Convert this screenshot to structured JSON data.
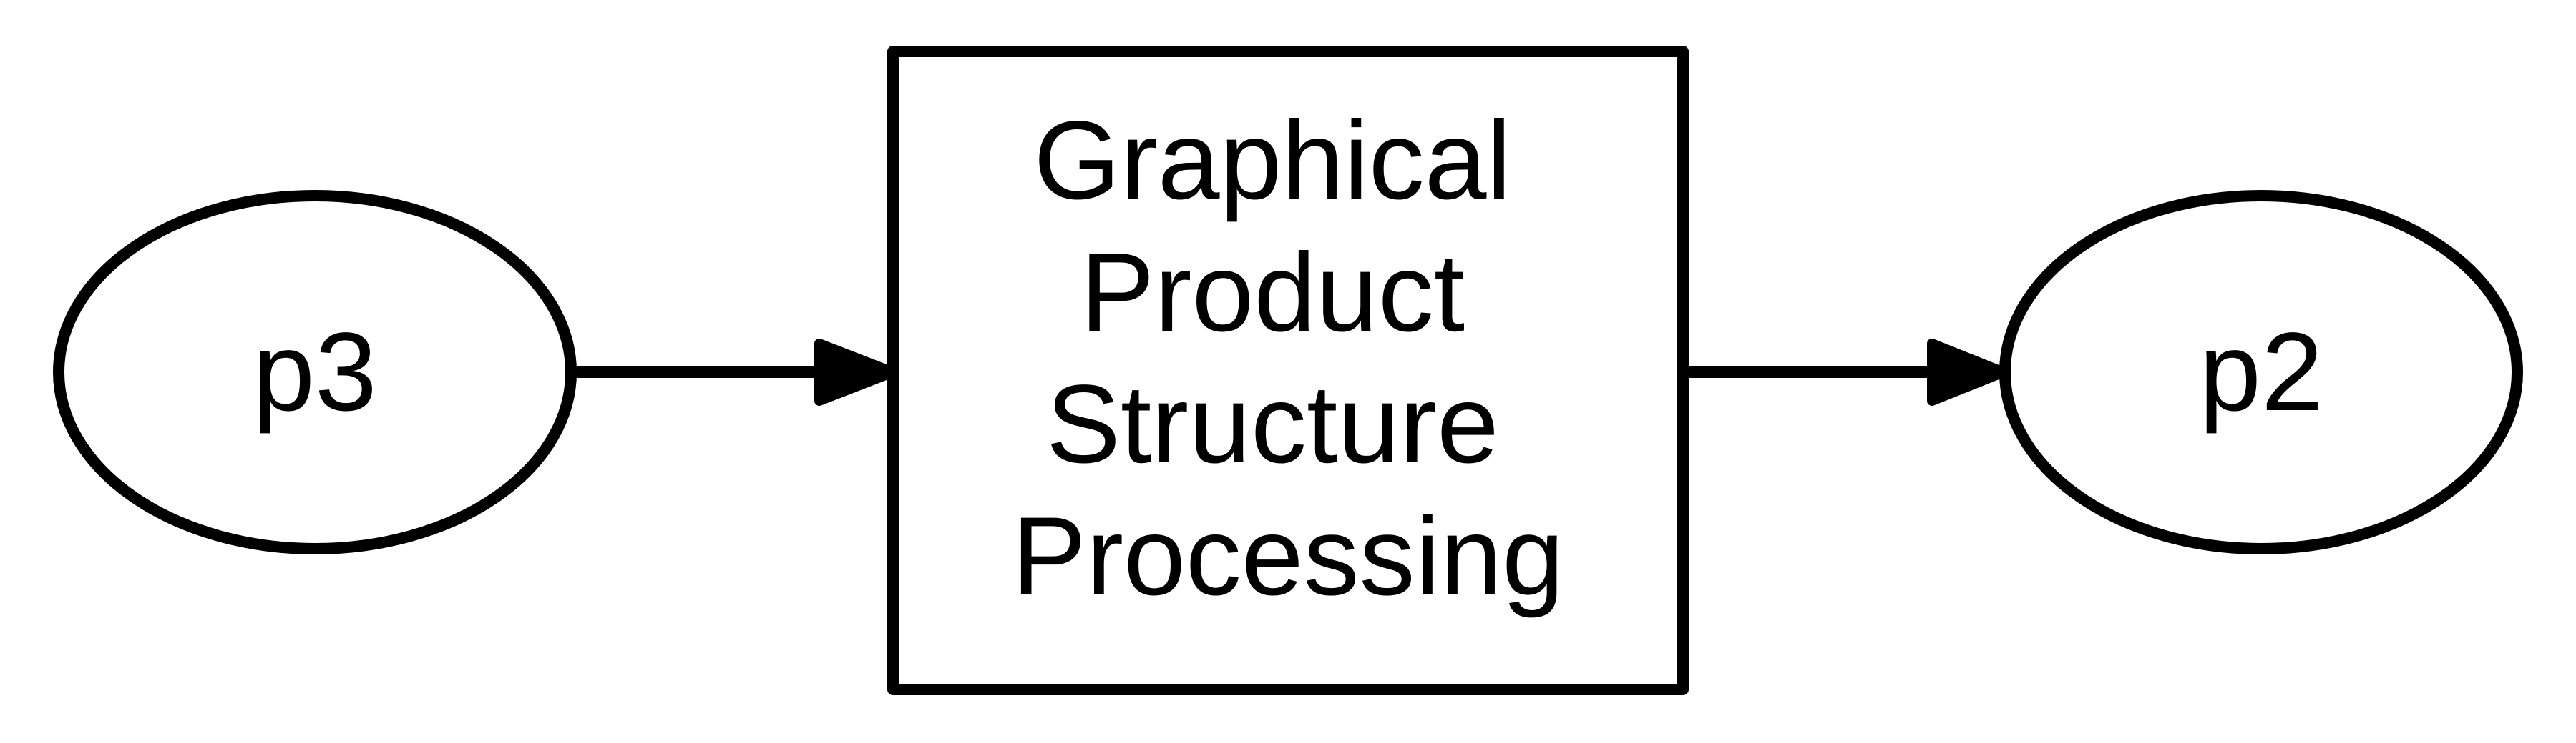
{
  "diagram": {
    "nodes": {
      "p3": {
        "label": "p3",
        "shape": "ellipse"
      },
      "process": {
        "shape": "rectangle",
        "lines": [
          "Graphical",
          "Product",
          "Structure",
          "Processing"
        ]
      },
      "p2": {
        "label": "p2",
        "shape": "ellipse"
      }
    },
    "edges": [
      {
        "from": "p3",
        "to": "process"
      },
      {
        "from": "process",
        "to": "p2"
      }
    ],
    "colors": {
      "stroke": "#000000",
      "background": "#ffffff"
    }
  }
}
